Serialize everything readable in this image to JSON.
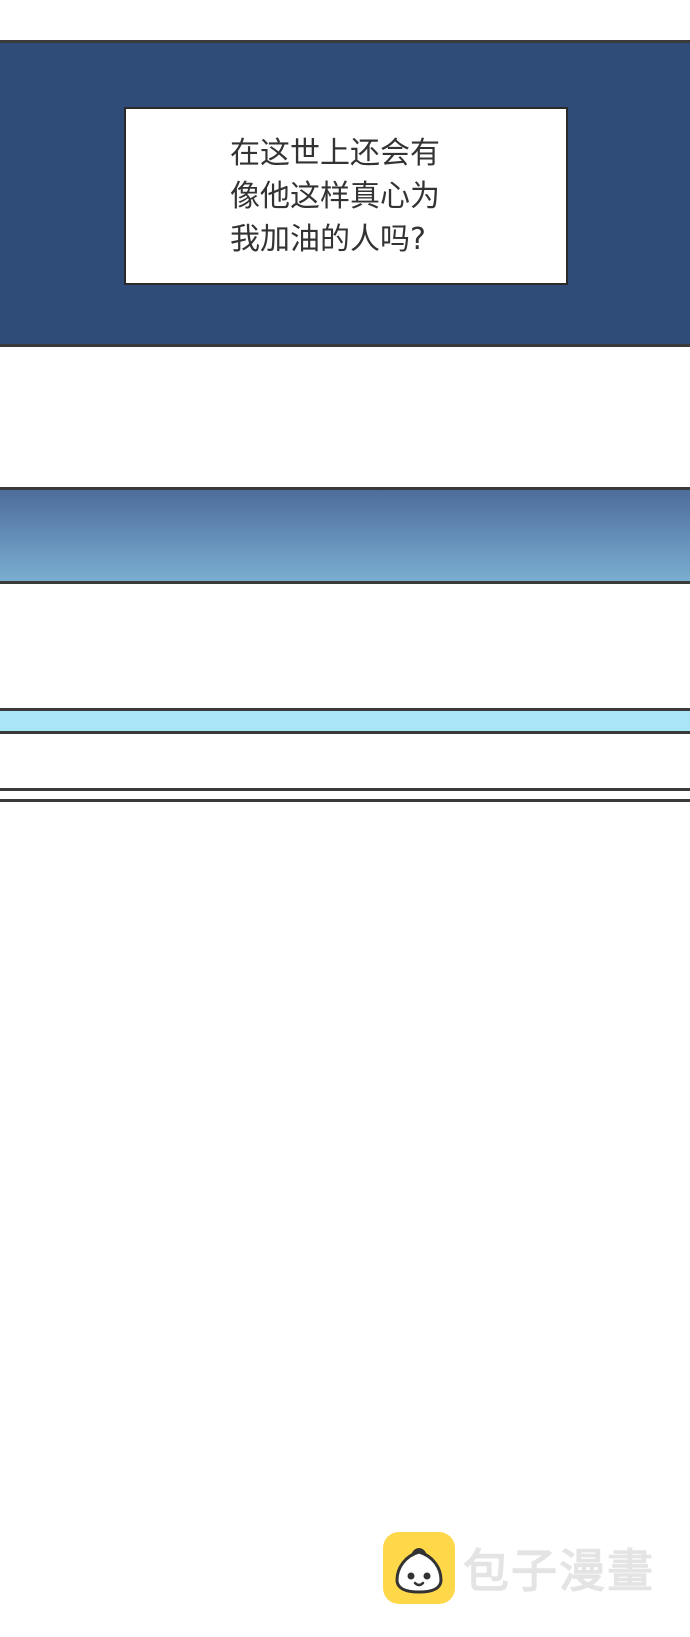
{
  "caption": {
    "lines": [
      "在这世上还会有",
      "像他这样真心为",
      "我加油的人吗?"
    ]
  },
  "watermark": {
    "text": "包子漫畫",
    "icon": "bun-mascot-icon"
  },
  "colors": {
    "navy_panel": "#2f4c78",
    "gradient_top": "#4d6d9a",
    "gradient_bottom": "#7aaed0",
    "cyan_strip": "#a8e6f7",
    "border": "#3a3a3a",
    "logo_yellow": "#ffd84a"
  }
}
